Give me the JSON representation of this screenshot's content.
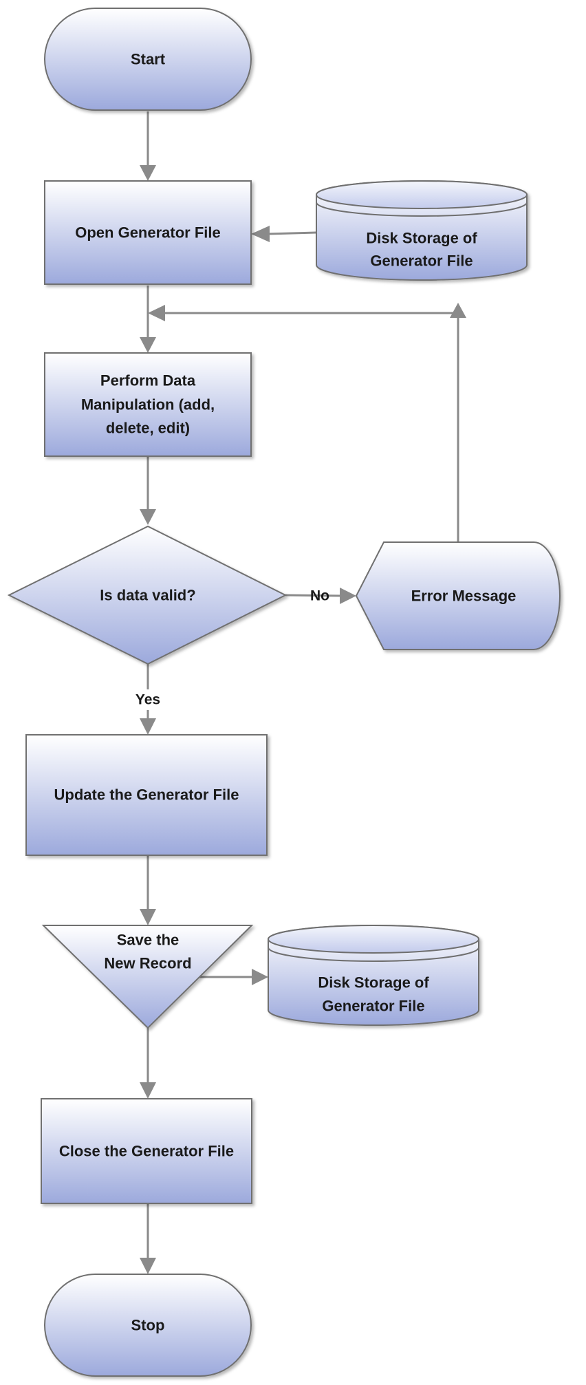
{
  "nodes": {
    "start": "Start",
    "open_file": "Open Generator File",
    "disk_storage_1": [
      "Disk Storage of",
      "Generator File"
    ],
    "perform": [
      "Perform Data",
      "Manipulation (add,",
      "delete, edit)"
    ],
    "decision": "Is data valid?",
    "error": "Error Message",
    "update": "Update the Generator File",
    "save": [
      "Save the",
      "New Record"
    ],
    "disk_storage_2": [
      "Disk Storage of",
      "Generator File"
    ],
    "close_file": "Close the Generator File",
    "stop": "Stop"
  },
  "edges": {
    "no_label": "No",
    "yes_label": "Yes"
  },
  "colors": {
    "fill_top": "#ffffff",
    "fill_bottom": "#9ca9dc",
    "stroke": "#6f6f6f",
    "connector": "#8a8a8a"
  }
}
